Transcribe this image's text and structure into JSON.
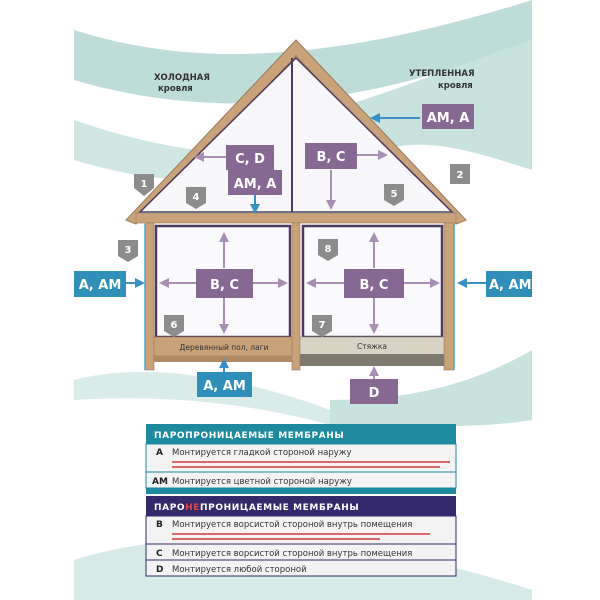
{
  "roof_labels": {
    "cold_line1": "ХОЛОДНАЯ",
    "cold_line2": "кровля",
    "warm_line1": "УТЕПЛЕННАЯ",
    "warm_line2": "кровля"
  },
  "boxes": {
    "am_a_right": "АМ, А",
    "c_d": "С, D",
    "b_c_attic": "В, С",
    "am_a_attic": "АМ, А",
    "b_c_left": "В, С",
    "b_c_right": "В, С",
    "a_am_left": "А, АМ",
    "a_am_right": "А, АМ",
    "a_am_bottom": "А, АМ",
    "d_bottom": "D"
  },
  "markers": [
    "1",
    "2",
    "3",
    "4",
    "5",
    "6",
    "7",
    "8"
  ],
  "floor_labels": {
    "wood": "Деревянный пол, лаги",
    "screed": "Стяжка"
  },
  "legend": {
    "permeable_title": "ПАРОПРОНИЦАЕМЫЕ МЕМБРАНЫ",
    "impermeable_pre": "ПАРО",
    "impermeable_highlight": "НЕ",
    "impermeable_post": "ПРОНИЦАЕМЫЕ МЕМБРАНЫ",
    "rows": [
      {
        "code": "А",
        "text": "Монтируется гладкой стороной наружу"
      },
      {
        "code": "АМ",
        "text": "Монтируется цветной стороной наружу"
      },
      {
        "code": "В",
        "text": "Монтируется ворсистой стороной внутрь помещения"
      },
      {
        "code": "С",
        "text": "Монтируется ворсистой стороной внутрь помещения"
      },
      {
        "code": "D",
        "text": "Монтируется любой стороной"
      }
    ]
  },
  "colors": {
    "box_purple": "#876893",
    "arrow_blue": "#3a90c2",
    "arrow_purple": "#a78fb3",
    "marker_gray": "#8c8c8c",
    "wall_tan": "#c9a27a",
    "frame_dark": "#4d3a5e",
    "teal": "#1e8aa0",
    "navy": "#33296b",
    "legend_red": "#d23a3a"
  }
}
